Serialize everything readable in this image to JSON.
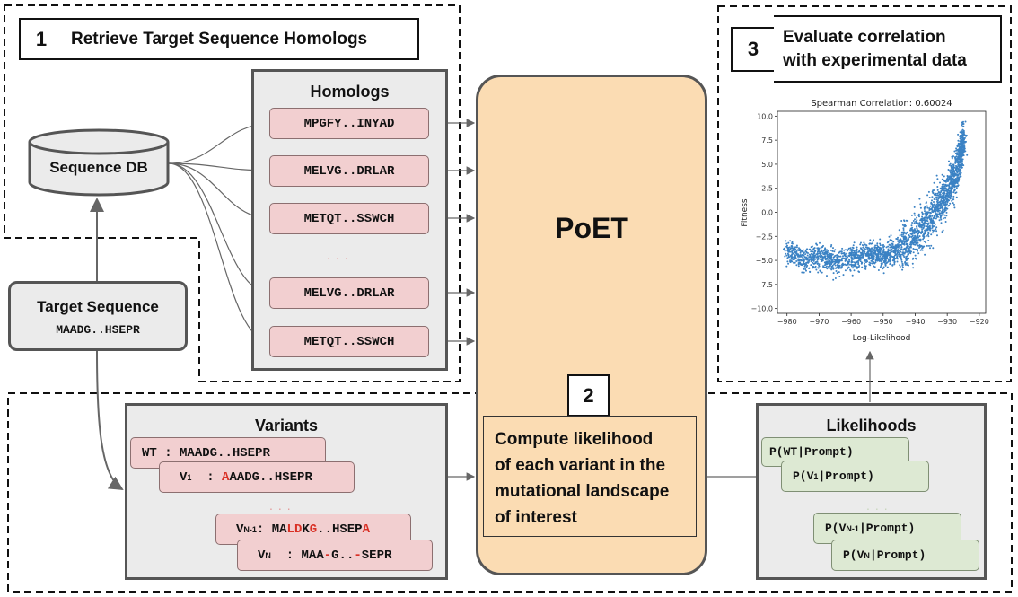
{
  "step1": {
    "number": "1",
    "title": "Retrieve Target Sequence Homologs"
  },
  "step2": {
    "number": "2",
    "text_lines": [
      "Compute likelihood",
      "of each variant in the",
      "mutational landscape",
      "of interest"
    ]
  },
  "step3": {
    "number": "3",
    "title_lines": [
      "Evaluate correlation",
      "with experimental data"
    ]
  },
  "database": {
    "label": "Sequence DB"
  },
  "target": {
    "title": "Target Sequence",
    "sequence": "MAADG..HSEPR"
  },
  "homologs": {
    "title": "Homologs",
    "items": [
      "MPGFY..INYAD",
      "MELVG..DRLAR",
      "METQT..SSWCH",
      "MELVG..DRLAR",
      "METQT..SSWCH"
    ],
    "ellipsis": "..."
  },
  "model": {
    "name": "PoET"
  },
  "variants": {
    "title": "Variants",
    "ellipsis": "...",
    "wt": {
      "name": "WT",
      "sep": " : ",
      "seq": "MAADG..HSEPR"
    },
    "v1": {
      "name": "V",
      "sub": "1",
      "sep": "  : ",
      "mut": "A",
      "rest": "AADG..HSEPR"
    },
    "vn1": {
      "name": "V",
      "sub": "N-1",
      "sep": ": ",
      "p1": "MA",
      "m1": "LD",
      "p2": "K",
      "m2": "G",
      "p3": "..HSEP",
      "m3": "A"
    },
    "vn": {
      "name": "V",
      "sub": "N",
      "sep": "  : ",
      "p1": "MAA",
      "m1": "-",
      "p2": "G..",
      "m2": "-",
      "p3": "SEPR"
    }
  },
  "likelihoods": {
    "title": "Likelihoods",
    "ellipsis": "...",
    "prefix": "P(",
    "suffix": "|Prompt)",
    "items": [
      {
        "name": "WT",
        "sub": ""
      },
      {
        "name": "V",
        "sub": "1"
      },
      {
        "name": "V",
        "sub": "N-1"
      },
      {
        "name": "V",
        "sub": "N"
      }
    ]
  },
  "chart_data": {
    "type": "scatter",
    "title": "Spearman Correlation: 0.60024",
    "xlabel": "Log-Likelihood",
    "ylabel": "Fitness",
    "xlim": [
      -983,
      -918
    ],
    "ylim": [
      -10.5,
      10.5
    ],
    "xticks": [
      -980,
      -970,
      -960,
      -950,
      -940,
      -930,
      -920
    ],
    "yticks": [
      -10.0,
      -7.5,
      -5.0,
      -2.5,
      0.0,
      2.5,
      5.0,
      7.5,
      10.0
    ],
    "point_color": "#3b82c4",
    "grid": false,
    "sample_points": [
      [
        -980,
        -3.8
      ],
      [
        -975,
        -5.0
      ],
      [
        -970,
        -4.5
      ],
      [
        -965,
        -5.2
      ],
      [
        -960,
        -4.8
      ],
      [
        -955,
        -4.3
      ],
      [
        -950,
        -4.6
      ],
      [
        -945,
        -3.9
      ],
      [
        -940,
        -2.5
      ],
      [
        -935,
        -0.5
      ],
      [
        -930,
        2.0
      ],
      [
        -927,
        4.5
      ],
      [
        -925,
        7.5
      ]
    ]
  }
}
